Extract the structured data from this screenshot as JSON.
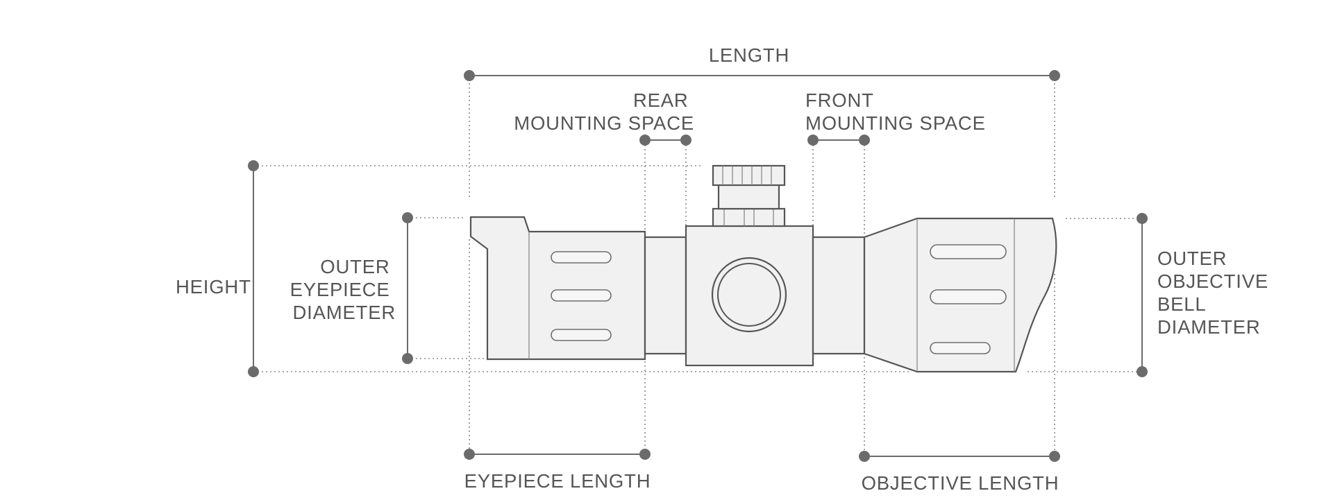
{
  "diagram": {
    "colors": {
      "line": "#6b6b6b",
      "outline": "#555555",
      "fill": "#f1f1f1",
      "text": "#555555",
      "background": "#ffffff"
    },
    "labels": {
      "length": "LENGTH",
      "rear_mount": [
        "REAR",
        "MOUNTING SPACE"
      ],
      "front_mount": [
        "FRONT",
        "MOUNTING SPACE"
      ],
      "height": "HEIGHT",
      "eyepiece_diameter": [
        "OUTER",
        "EYEPIECE",
        "DIAMETER"
      ],
      "objective_diameter": [
        "OUTER",
        "OBJECTIVE",
        "BELL",
        "DIAMETER"
      ],
      "eyepiece_length": "EYEPIECE LENGTH",
      "objective_length": "OBJECTIVE LENGTH"
    }
  }
}
